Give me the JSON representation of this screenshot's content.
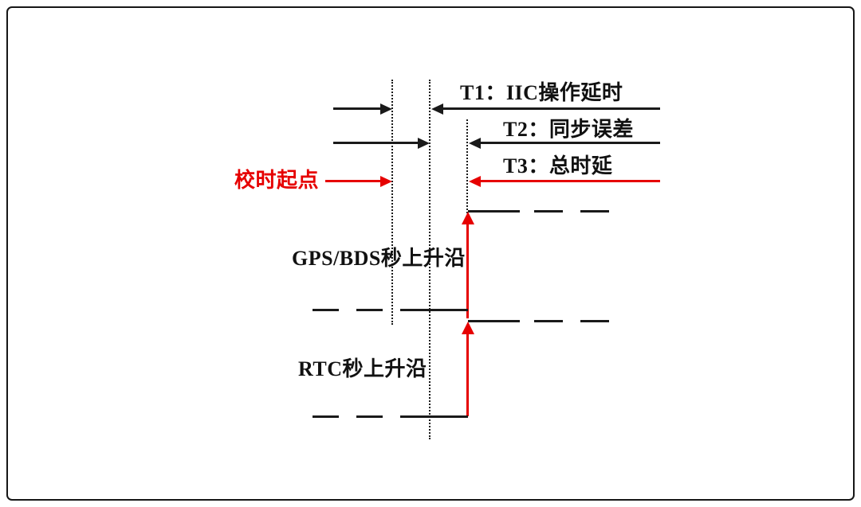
{
  "diagram": {
    "type": "timing-diagram",
    "annotations": {
      "t1_label": "T1：IIC操作延时",
      "t2_label": "T2：同步误差",
      "t3_label": "T3：总时延",
      "calibration_start_label": "校时起点",
      "gps_signal_label": "GPS/BDS秒上升沿",
      "rtc_signal_label": "RTC秒上升沿"
    },
    "intervals": [
      {
        "id": "T1",
        "meaning": "IIC操作延时"
      },
      {
        "id": "T2",
        "meaning": "同步误差"
      },
      {
        "id": "T3",
        "meaning": "总时延"
      }
    ],
    "signals": [
      {
        "name": "GPS/BDS",
        "edge_label": "GPS/BDS秒上升沿"
      },
      {
        "name": "RTC",
        "edge_label": "RTC秒上升沿"
      }
    ],
    "colors": {
      "line": "#1a1a1a",
      "highlight_red": "#e60000",
      "background": "#ffffff"
    }
  }
}
